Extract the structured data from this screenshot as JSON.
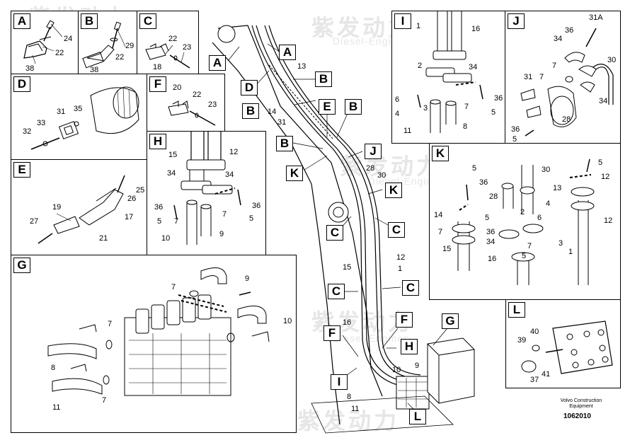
{
  "panels": {
    "A": {
      "letter": "A",
      "parts": [
        "24",
        "22",
        "38"
      ]
    },
    "B": {
      "letter": "B",
      "parts": [
        "29",
        "22",
        "38"
      ]
    },
    "C": {
      "letter": "C",
      "parts": [
        "22",
        "23",
        "18"
      ]
    },
    "D": {
      "letter": "D",
      "parts": [
        "31",
        "35",
        "33",
        "32"
      ]
    },
    "E": {
      "letter": "E",
      "parts": [
        "25",
        "26",
        "19",
        "17",
        "27",
        "21"
      ]
    },
    "F": {
      "letter": "F",
      "parts": [
        "20",
        "22",
        "23"
      ]
    },
    "G": {
      "letter": "G",
      "parts": [
        "9",
        "7",
        "10",
        "7",
        "8",
        "7",
        "11"
      ]
    },
    "H": {
      "letter": "H",
      "parts": [
        "15",
        "12",
        "34",
        "34",
        "36",
        "5",
        "7",
        "7",
        "36",
        "5",
        "10",
        "9"
      ]
    },
    "I": {
      "letter": "I",
      "parts": [
        "1",
        "16",
        "2",
        "34",
        "3",
        "6",
        "4",
        "7",
        "36",
        "5",
        "11",
        "8"
      ]
    },
    "J": {
      "letter": "J",
      "parts": [
        "31A",
        "36",
        "34",
        "30",
        "31",
        "7",
        "7",
        "28",
        "36",
        "5",
        "34"
      ]
    },
    "K": {
      "letter": "K",
      "parts": [
        "5",
        "30",
        "5",
        "36",
        "28",
        "4",
        "12",
        "13",
        "14",
        "7",
        "15",
        "5",
        "6",
        "2",
        "36",
        "34",
        "7",
        "3",
        "16",
        "1",
        "5",
        "12"
      ]
    },
    "L": {
      "letter": "L",
      "parts": [
        "39",
        "40",
        "41",
        "37"
      ]
    }
  },
  "main": {
    "labels": [
      "A",
      "A",
      "D",
      "B",
      "B",
      "E",
      "B",
      "B",
      "J",
      "K",
      "K",
      "C",
      "C",
      "C",
      "C",
      "F",
      "H",
      "G",
      "I",
      "L"
    ],
    "parts": [
      "13",
      "14",
      "31",
      "28",
      "30",
      "15",
      "12",
      "1",
      "16",
      "10",
      "9",
      "8",
      "11"
    ]
  },
  "caption": {
    "line1": "Volvo Construction",
    "line2": "Equipment",
    "docno": "1062010"
  },
  "watermark": {
    "cn": "紫发动力",
    "en": "Diesel-Engines"
  },
  "colors": {
    "line": "#000000",
    "watermark": "#e6e6e6"
  }
}
